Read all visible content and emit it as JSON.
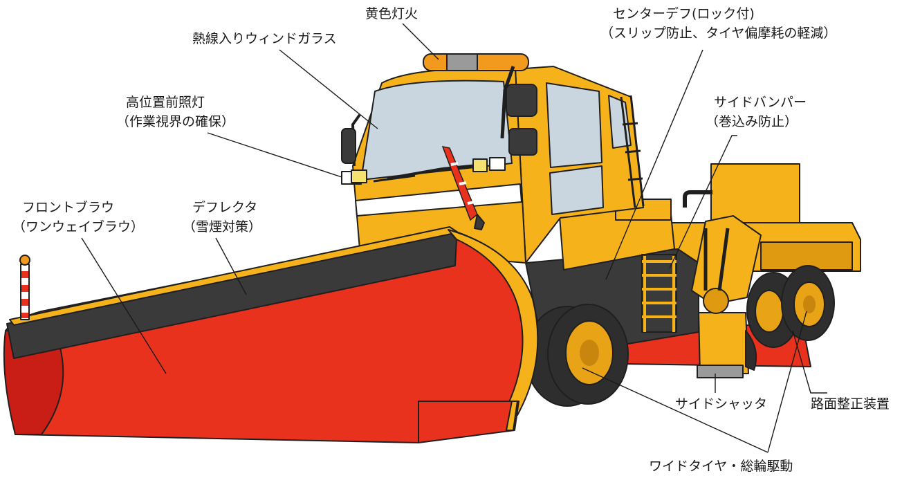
{
  "labels": {
    "yellow_light": "黄色灯火",
    "heated_glass": "熱線入りウィンドガラス",
    "headlight_1": "高位置前照灯",
    "headlight_2": "（作業視界の確保）",
    "center_diff_1": "センターデフ(ロック付)",
    "center_diff_2": "（スリップ防止、タイヤ偏摩耗の軽減）",
    "side_bumper_1": "サイドバンパー",
    "side_bumper_2": "（巻込み防止）",
    "front_plow_1": "フロントブラウ",
    "front_plow_2": "（ワンウェイブラウ）",
    "deflector_1": "デフレクタ",
    "deflector_2": "（雪煙対策）",
    "road_leveler": "路面整正装置",
    "side_shutter": "サイドシャッタ",
    "wide_tire": "ワイドタイヤ・総輪駆動"
  },
  "colors": {
    "body": "#F5B21B",
    "body_shade": "#E09A12",
    "plow": "#E8321E",
    "plow_dark": "#C91E16",
    "deflector": "#3A3A3A",
    "glass": "#C9D6E0",
    "tire": "#2E2E2E",
    "wheel": "#E8A317",
    "white": "#FFFFFF",
    "beacon": "#F29A1D",
    "gray": "#9A9A9A"
  }
}
